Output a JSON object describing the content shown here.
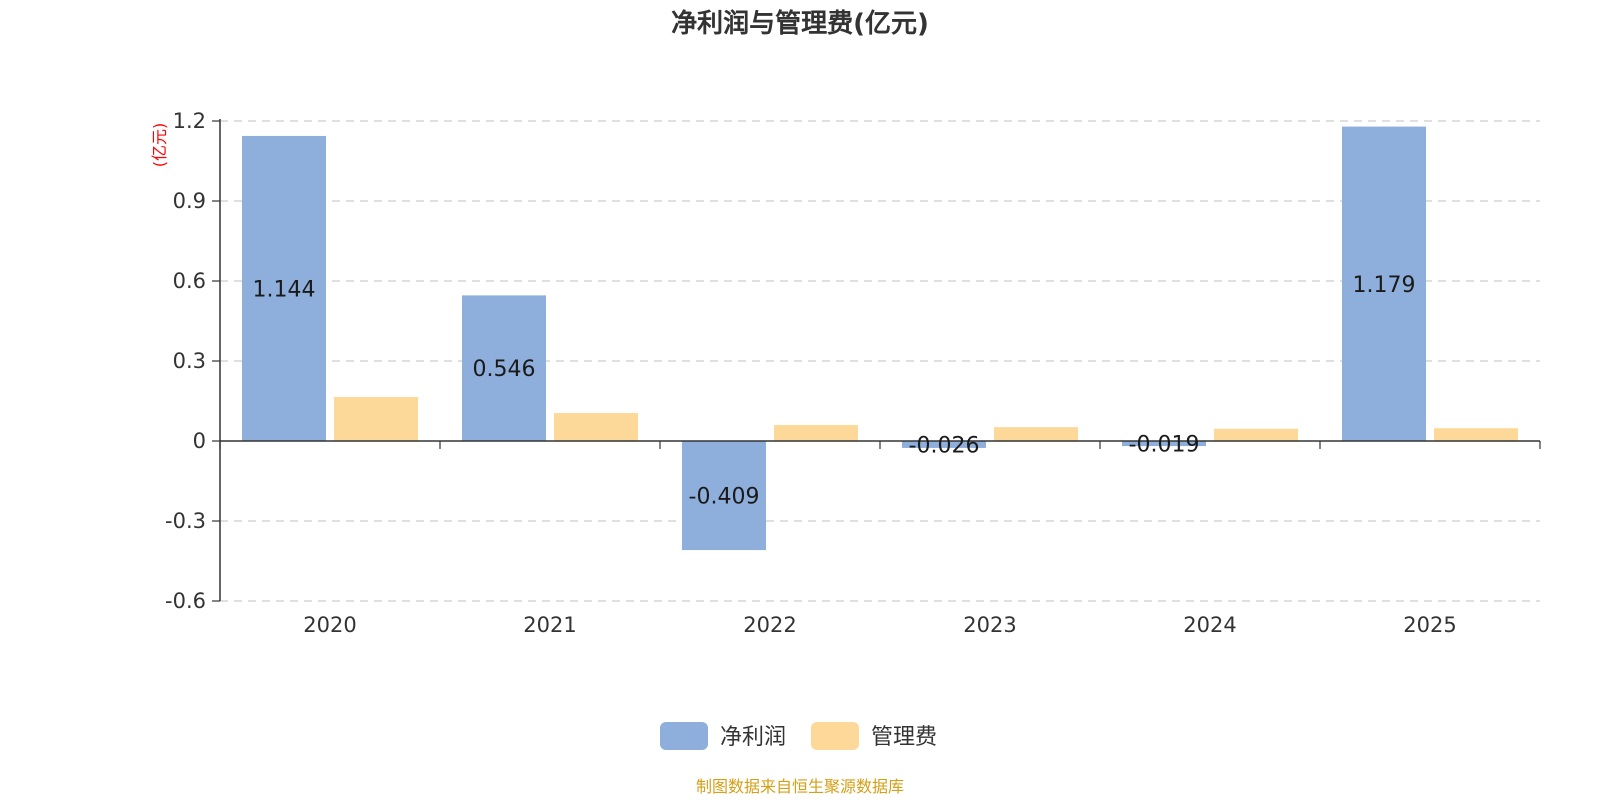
{
  "chart_data": {
    "type": "bar",
    "title": "净利润与管理费(亿元)",
    "unit_label": "(亿元)",
    "categories": [
      "2020",
      "2021",
      "2022",
      "2023",
      "2024",
      "2025"
    ],
    "series": [
      {
        "name": "净利润",
        "color": "#8eaedb",
        "values": [
          1.144,
          0.546,
          -0.409,
          -0.026,
          -0.019,
          1.179
        ],
        "labels": [
          "1.144",
          "0.546",
          "-0.409",
          "-0.026",
          "-0.019",
          "1.179"
        ]
      },
      {
        "name": "管理费",
        "color": "#fdd999",
        "values": [
          0.165,
          0.105,
          0.06,
          0.052,
          0.046,
          0.048
        ]
      }
    ],
    "yticks": [
      "1.2",
      "0.9",
      "0.6",
      "0.3",
      "0",
      "-0.3",
      "-0.6"
    ],
    "ylim": [
      -0.6,
      1.2
    ],
    "grid": true,
    "legend_position": "bottom"
  },
  "footer": {
    "source": "制图数据来自恒生聚源数据库"
  }
}
